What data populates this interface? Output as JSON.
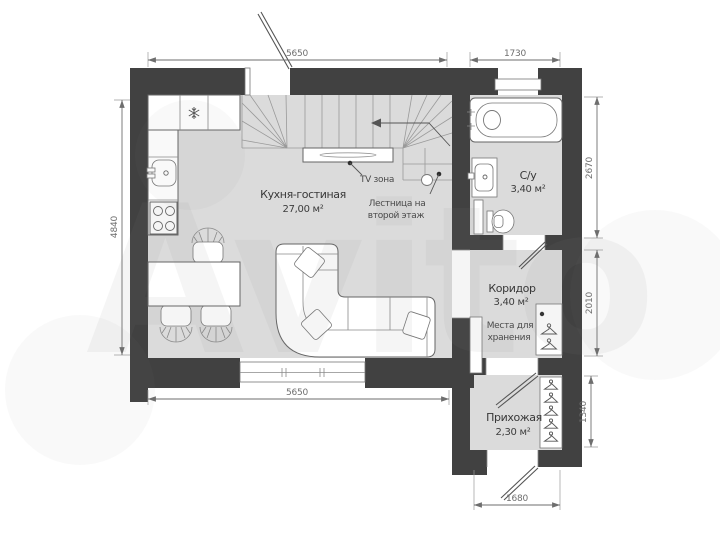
{
  "watermark": {
    "text": "Avito"
  },
  "rooms": {
    "living": {
      "name": "Кухня-гостиная",
      "area": "27,00 м²"
    },
    "bathroom": {
      "name": "С/у",
      "area": "3,40 м²"
    },
    "corridor": {
      "name": "Коридор",
      "area": "3,40 м²"
    },
    "hallway": {
      "name": "Прихожая",
      "area": "2,30 м²"
    }
  },
  "annotations": {
    "tv_zone": "TV зона",
    "stairs_line1": "Лестница на",
    "stairs_line2": "второй этаж",
    "storage_line1": "Места для",
    "storage_line2": "хранения"
  },
  "dimensions": {
    "living_top": "5650",
    "living_bottom": "5650",
    "living_left": "4840",
    "bathroom_top": "1730",
    "bathroom_right": "2670",
    "corridor_right": "2010",
    "hallway_right": "1340",
    "hallway_bottom": "1680"
  },
  "colors": {
    "wall": "#414141",
    "floor": "#dbdbdb",
    "dimension_text": "#6e6e6e",
    "label_text": "#383838",
    "watermark": "#8a8a8a"
  }
}
